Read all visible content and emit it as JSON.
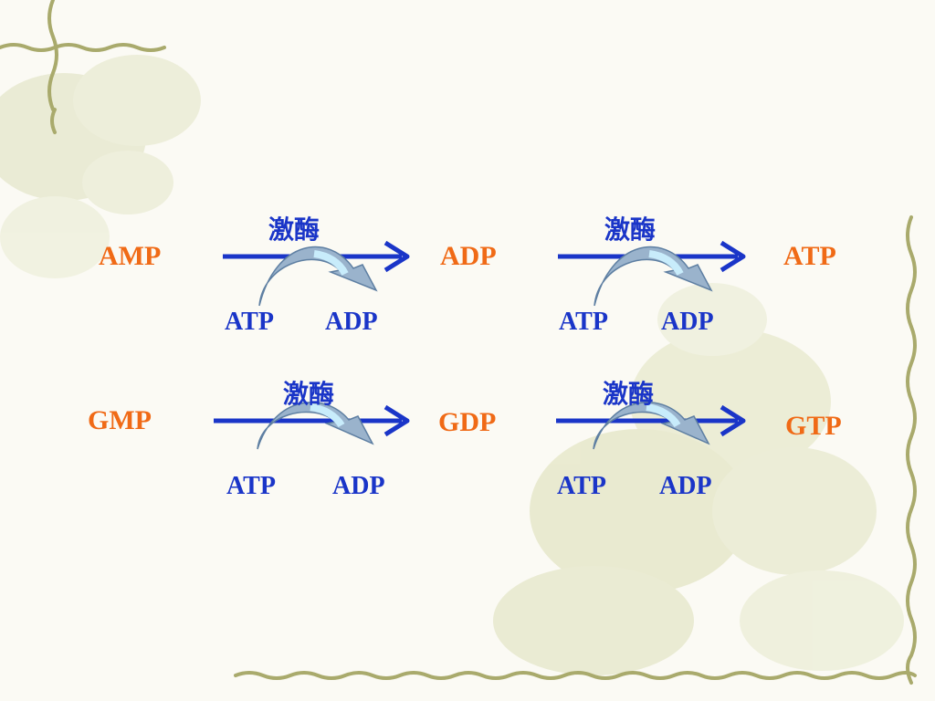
{
  "colors": {
    "substrate": "#f06a16",
    "enzyme": "#1a35c8",
    "cofactor": "#1a35c8",
    "arrow": "#1a35c8",
    "curve_fill": "#9ab3cc",
    "curve_fill_light": "#c8ecfb",
    "vine": "#a7a86a",
    "leaf": "#e2e4c4"
  },
  "rows": [
    {
      "nodes": [
        "AMP",
        "ADP",
        "ATP"
      ],
      "steps": [
        {
          "enzyme": "激酶",
          "cofactor_in": "ATP",
          "cofactor_out": "ADP"
        },
        {
          "enzyme": "激酶",
          "cofactor_in": "ATP",
          "cofactor_out": "ADP"
        }
      ]
    },
    {
      "nodes": [
        "GMP",
        "GDP",
        "GTP"
      ],
      "steps": [
        {
          "enzyme": "激酶",
          "cofactor_in": "ATP",
          "cofactor_out": "ADP"
        },
        {
          "enzyme": "激酶",
          "cofactor_in": "ATP",
          "cofactor_out": "ADP"
        }
      ]
    }
  ]
}
